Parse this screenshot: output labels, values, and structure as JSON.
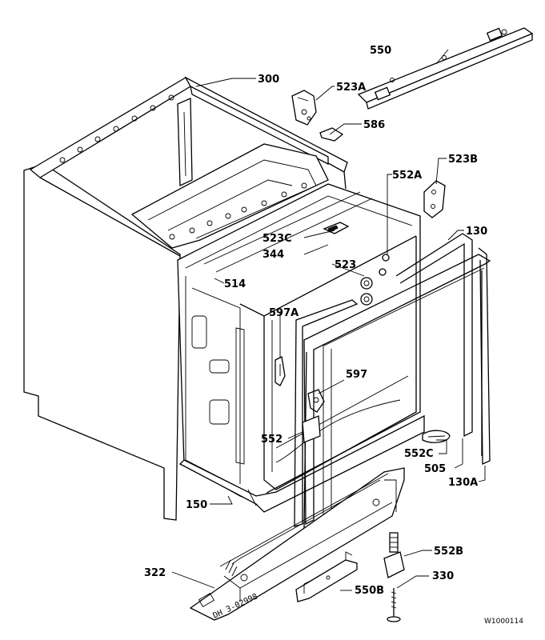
{
  "diagram": {
    "labels": {
      "p300": "300",
      "p550": "550",
      "p523A": "523A",
      "p586": "586",
      "p552A": "552A",
      "p523B": "523B",
      "p130": "130",
      "p523C": "523C",
      "p344": "344",
      "p523": "523",
      "p514": "514",
      "p597A": "597A",
      "p597": "597",
      "p552": "552",
      "p552C": "552C",
      "p505": "505",
      "p130A": "130A",
      "p150": "150",
      "p552B": "552B",
      "p322": "322",
      "p330": "330",
      "p550B": "550B"
    },
    "drawing_code": "DH 3-02998",
    "reference": "W1000114"
  }
}
